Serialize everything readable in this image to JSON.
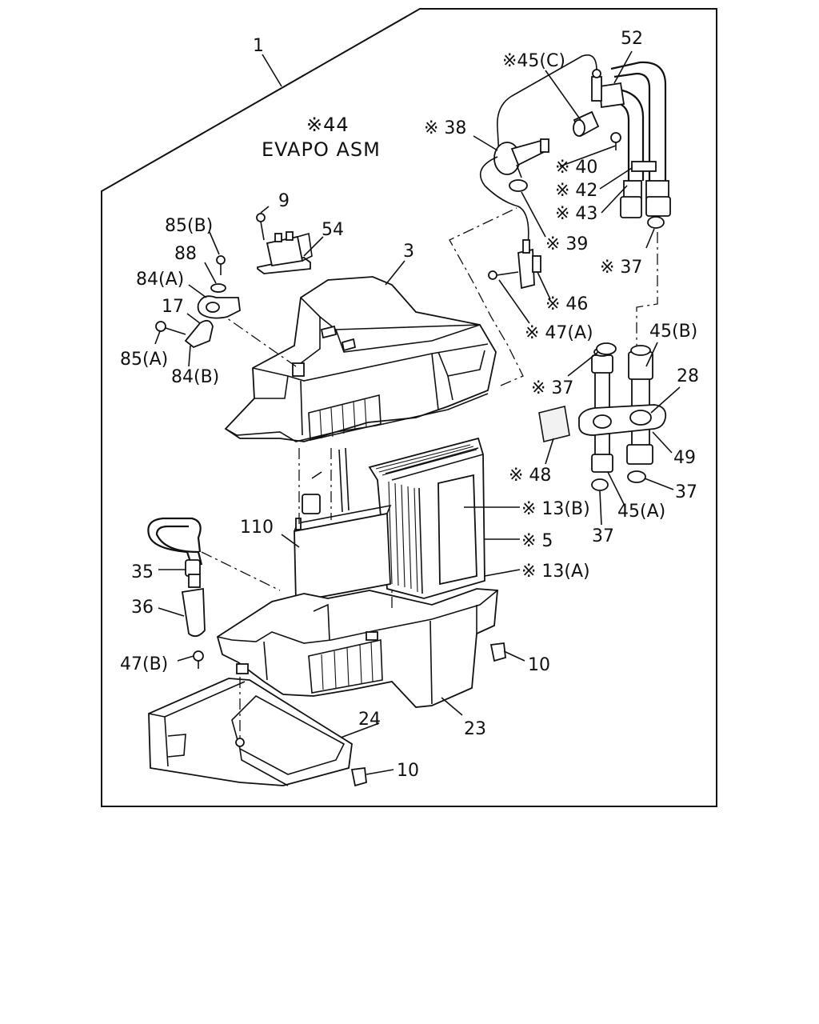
{
  "assembly": {
    "callout": "1",
    "code": "※44",
    "name": "EVAPO ASM"
  },
  "labels": [
    {
      "id": "p52",
      "text": "52"
    },
    {
      "id": "p45c",
      "text": "※45(C)"
    },
    {
      "id": "p38",
      "text": "※ 38"
    },
    {
      "id": "p40",
      "text": "※ 40"
    },
    {
      "id": "p42",
      "text": "※ 42"
    },
    {
      "id": "p43",
      "text": "※ 43"
    },
    {
      "id": "p9",
      "text": "9"
    },
    {
      "id": "p85b",
      "text": "85(B)"
    },
    {
      "id": "p54",
      "text": "54"
    },
    {
      "id": "p88",
      "text": "88"
    },
    {
      "id": "p39",
      "text": "※ 39"
    },
    {
      "id": "p37a",
      "text": "※ 37"
    },
    {
      "id": "p3",
      "text": "3"
    },
    {
      "id": "p84a",
      "text": "84(A)"
    },
    {
      "id": "p17",
      "text": "17"
    },
    {
      "id": "p46",
      "text": "※ 46"
    },
    {
      "id": "p47a",
      "text": "※ 47(A)"
    },
    {
      "id": "p85a",
      "text": "85(A)"
    },
    {
      "id": "p84b",
      "text": "84(B)"
    },
    {
      "id": "p45b",
      "text": "45(B)"
    },
    {
      "id": "p37b",
      "text": "※ 37"
    },
    {
      "id": "p28",
      "text": "28"
    },
    {
      "id": "p49",
      "text": "49"
    },
    {
      "id": "p48",
      "text": "※ 48"
    },
    {
      "id": "p37c",
      "text": "37"
    },
    {
      "id": "p13b",
      "text": "※ 13(B)"
    },
    {
      "id": "p45a",
      "text": "45(A)"
    },
    {
      "id": "p110",
      "text": "110"
    },
    {
      "id": "p37d",
      "text": "37"
    },
    {
      "id": "p5",
      "text": "※ 5"
    },
    {
      "id": "p35",
      "text": "35"
    },
    {
      "id": "p13a",
      "text": "※ 13(A)"
    },
    {
      "id": "p36",
      "text": "36"
    },
    {
      "id": "p47b",
      "text": "47(B)"
    },
    {
      "id": "p10a",
      "text": "10"
    },
    {
      "id": "p24",
      "text": "24"
    },
    {
      "id": "p23",
      "text": "23"
    },
    {
      "id": "p10b",
      "text": "10"
    }
  ]
}
